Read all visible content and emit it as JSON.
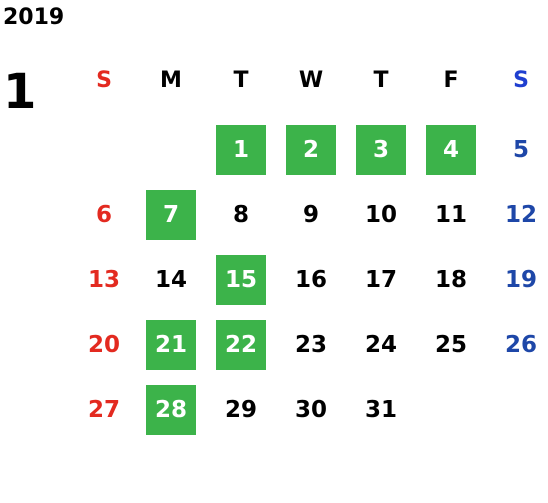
{
  "calendar": {
    "year": "2019",
    "month": "1",
    "weekdays": [
      "S",
      "M",
      "T",
      "W",
      "T",
      "F",
      "S"
    ],
    "weekday_colors": [
      "#e32a20",
      "#000000",
      "#000000",
      "#000000",
      "#000000",
      "#000000",
      "#1f3fd0"
    ],
    "sunday_color": "#e32a20",
    "saturday_color": "#1e47a8",
    "weekday_color": "#000000",
    "highlight_color": "#3cb34a",
    "highlight_text_color": "#ffffff",
    "weeks": [
      [
        null,
        null,
        "1",
        "2",
        "3",
        "4",
        "5"
      ],
      [
        "6",
        "7",
        "8",
        "9",
        "10",
        "11",
        "12"
      ],
      [
        "13",
        "14",
        "15",
        "16",
        "17",
        "18",
        "19"
      ],
      [
        "20",
        "21",
        "22",
        "23",
        "24",
        "25",
        "26"
      ],
      [
        "27",
        "28",
        "29",
        "30",
        "31",
        null,
        null
      ]
    ],
    "highlighted_days": [
      "1",
      "2",
      "3",
      "4",
      "7",
      "15",
      "21",
      "22",
      "28"
    ]
  }
}
